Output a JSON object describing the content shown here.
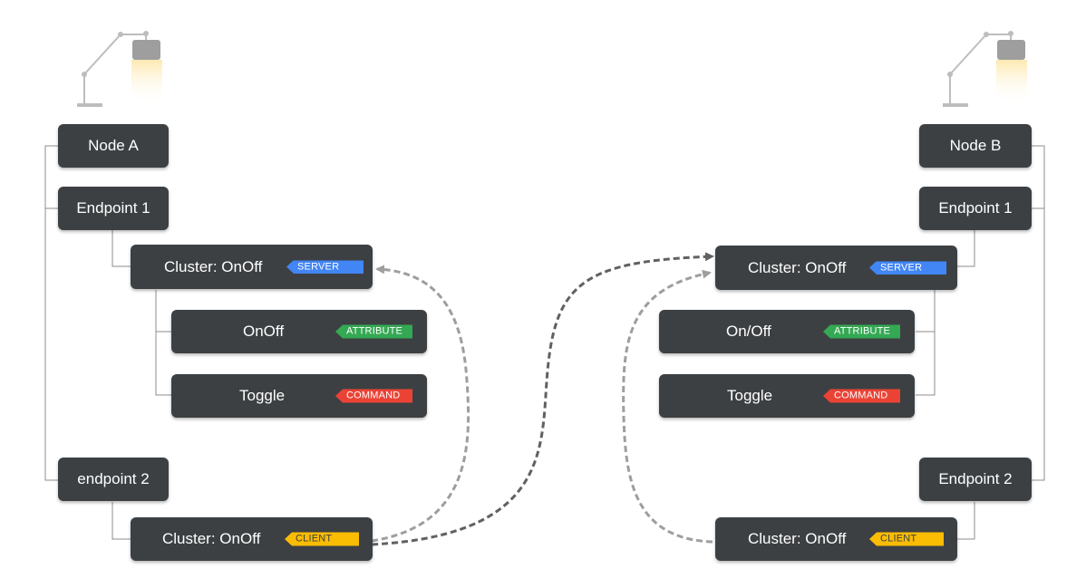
{
  "colors": {
    "box": "#3c4043",
    "server": "#4285f4",
    "attribute": "#34a853",
    "command": "#ea4335",
    "client": "#fbbc04",
    "line": "#8c8c8c",
    "arrow_light": "#9e9e9e",
    "arrow_dark": "#616161"
  },
  "left": {
    "node": "Node A",
    "endpoint1": "Endpoint 1",
    "server_cluster": "Cluster: OnOff",
    "server_tag": "SERVER",
    "attribute": "OnOff",
    "attribute_tag": "ATTRIBUTE",
    "command": "Toggle",
    "command_tag": "COMMAND",
    "endpoint2": "endpoint 2",
    "client_cluster": "Cluster: OnOff",
    "client_tag": "CLIENT"
  },
  "right": {
    "node": "Node B",
    "endpoint1": "Endpoint 1",
    "server_cluster": "Cluster: OnOff",
    "server_tag": "SERVER",
    "attribute": "On/Off",
    "attribute_tag": "ATTRIBUTE",
    "command": "Toggle",
    "command_tag": "COMMAND",
    "endpoint2": "Endpoint 2",
    "client_cluster": "Cluster: OnOff",
    "client_tag": "CLIENT"
  },
  "icons": [
    "desk-lamp-icon",
    "desk-lamp-icon"
  ]
}
